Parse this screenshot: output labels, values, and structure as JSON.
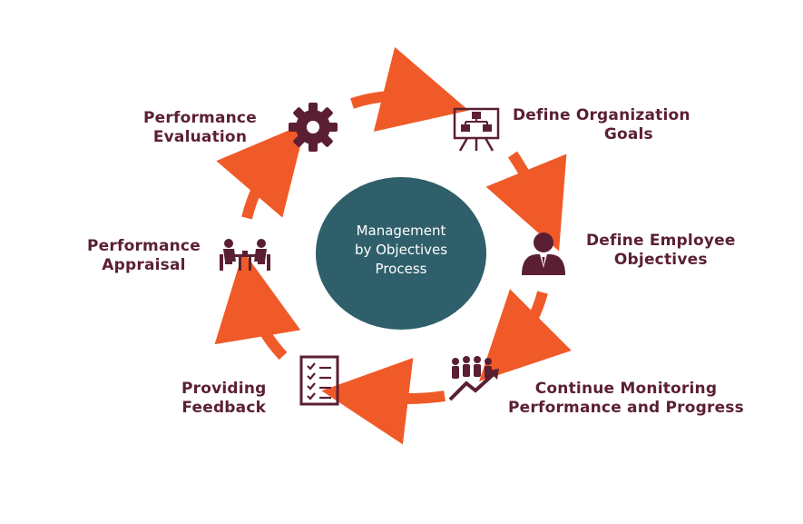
{
  "diagram": {
    "center": {
      "lines": [
        "Management",
        "by Objectives",
        "Process"
      ]
    },
    "steps": [
      {
        "id": "define-organization-goals",
        "lines": [
          "Define Organization",
          "Goals"
        ],
        "icon": "presentation-board-icon"
      },
      {
        "id": "define-employee-objectives",
        "lines": [
          "Define Employee",
          "Objectives"
        ],
        "icon": "businessman-icon"
      },
      {
        "id": "continue-monitoring",
        "lines": [
          "Continue Monitoring",
          "Performance and Progress"
        ],
        "icon": "team-growth-icon"
      },
      {
        "id": "providing-feedback",
        "lines": [
          "Providing",
          "Feedback"
        ],
        "icon": "checklist-icon"
      },
      {
        "id": "performance-appraisal",
        "lines": [
          "Performance",
          "Appraisal"
        ],
        "icon": "meeting-table-icon"
      },
      {
        "id": "performance-evaluation",
        "lines": [
          "Performance",
          "Evaluation"
        ],
        "icon": "gear-icon"
      }
    ],
    "colors": {
      "arrow": "#f05a28",
      "circle": "#2f5f6a",
      "icon": "#5b1f33",
      "text": "#5b1f33"
    }
  }
}
